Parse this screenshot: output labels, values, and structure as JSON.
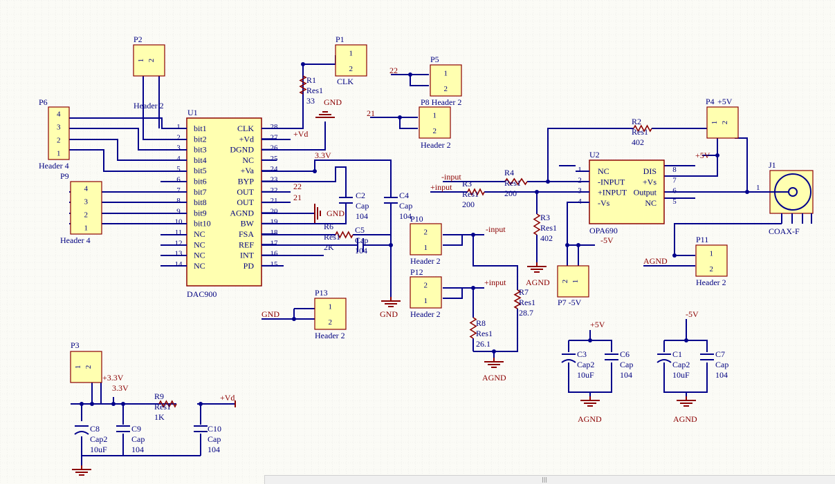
{
  "schematic": {
    "headers": [
      {
        "ref": "P1",
        "value": "CLK",
        "pins": [
          "1",
          "2"
        ]
      },
      {
        "ref": "P2",
        "value": "Header 2",
        "pins": [
          "1",
          "2"
        ]
      },
      {
        "ref": "P3",
        "value": "",
        "pins": [
          "1",
          "2"
        ]
      },
      {
        "ref": "P5",
        "value": "P8 Header 2",
        "pins": [
          "1",
          "2"
        ]
      },
      {
        "ref": "P6",
        "value": "Header 4",
        "pins": [
          "4",
          "3",
          "2",
          "1"
        ]
      },
      {
        "ref": "P9",
        "value": "Header 4",
        "pins": [
          "4",
          "3",
          "2",
          "1"
        ]
      },
      {
        "ref": "P4",
        "value": "+5V",
        "pins": [
          "1",
          "2"
        ]
      },
      {
        "ref": "P10",
        "value": "Header 2",
        "pins": [
          "2",
          "1"
        ]
      },
      {
        "ref": "P11",
        "value": "Header 2",
        "pins": [
          "1",
          "2"
        ]
      },
      {
        "ref": "P12",
        "value": "Header 2",
        "pins": [
          "2",
          "1"
        ]
      },
      {
        "ref": "P13",
        "value": "Header 2",
        "pins": [
          "1",
          "2"
        ]
      },
      {
        "ref": "P7",
        "value": "P7 -5V",
        "pins": [
          "2",
          "1"
        ]
      },
      {
        "ref": "",
        "value": "Header 2",
        "pins": [
          "1",
          "2"
        ]
      }
    ],
    "u1": {
      "ref": "U1",
      "value": "DAC900",
      "left_pins": [
        {
          "num": "1",
          "name": "bit1"
        },
        {
          "num": "2",
          "name": "bit2"
        },
        {
          "num": "3",
          "name": "bit3"
        },
        {
          "num": "4",
          "name": "bit4"
        },
        {
          "num": "5",
          "name": "bit5"
        },
        {
          "num": "6",
          "name": "bit6"
        },
        {
          "num": "7",
          "name": "bit7"
        },
        {
          "num": "8",
          "name": "bit8"
        },
        {
          "num": "9",
          "name": "bit9"
        },
        {
          "num": "10",
          "name": "bit10"
        },
        {
          "num": "11",
          "name": "NC"
        },
        {
          "num": "12",
          "name": "NC"
        },
        {
          "num": "13",
          "name": "NC"
        },
        {
          "num": "14",
          "name": "NC"
        }
      ],
      "right_pins": [
        {
          "num": "28",
          "name": "CLK"
        },
        {
          "num": "27",
          "name": "+Vd"
        },
        {
          "num": "26",
          "name": "DGND"
        },
        {
          "num": "25",
          "name": "NC"
        },
        {
          "num": "24",
          "name": "+Va"
        },
        {
          "num": "23",
          "name": "BYP"
        },
        {
          "num": "22",
          "name": "OUT"
        },
        {
          "num": "21",
          "name": "OUT"
        },
        {
          "num": "20",
          "name": "AGND"
        },
        {
          "num": "19",
          "name": "BW"
        },
        {
          "num": "18",
          "name": "FSA"
        },
        {
          "num": "17",
          "name": "REF"
        },
        {
          "num": "16",
          "name": "INT"
        },
        {
          "num": "15",
          "name": "PD"
        }
      ]
    },
    "u2": {
      "ref": "U2",
      "value": "OPA690",
      "left_pins": [
        {
          "num": "1",
          "name": "NC"
        },
        {
          "num": "2",
          "name": "-INPUT"
        },
        {
          "num": "3",
          "name": "+INPUT"
        },
        {
          "num": "4",
          "name": "-Vs"
        }
      ],
      "right_pins": [
        {
          "num": "8",
          "name": "DIS"
        },
        {
          "num": "7",
          "name": "+Vs"
        },
        {
          "num": "6",
          "name": "Output"
        },
        {
          "num": "5",
          "name": "NC"
        }
      ]
    },
    "j1": {
      "ref": "J1",
      "value": "COAX-F",
      "pin": "1"
    },
    "components": [
      {
        "ref": "R1",
        "lib": "Res1",
        "value": "33"
      },
      {
        "ref": "R2",
        "lib": "Res1",
        "value": "402"
      },
      {
        "ref": "R3",
        "lib": "Res1",
        "value": "200"
      },
      {
        "ref": "R3",
        "lib": "Res1",
        "value": "402"
      },
      {
        "ref": "R4",
        "lib": "Res1",
        "value": "200"
      },
      {
        "ref": "R6",
        "lib": "Res1",
        "value": "2K"
      },
      {
        "ref": "R7",
        "lib": "Res1",
        "value": "28.7"
      },
      {
        "ref": "R8",
        "lib": "Res1",
        "value": "26.1"
      },
      {
        "ref": "R9",
        "lib": "Res1",
        "value": "1K"
      },
      {
        "ref": "C1",
        "lib": "Cap2",
        "value": "10uF"
      },
      {
        "ref": "C2",
        "lib": "Cap",
        "value": "104"
      },
      {
        "ref": "C3",
        "lib": "Cap2",
        "value": "10uF"
      },
      {
        "ref": "C4",
        "lib": "Cap",
        "value": "104"
      },
      {
        "ref": "C5",
        "lib": "Cap",
        "value": "104"
      },
      {
        "ref": "C6",
        "lib": "Cap",
        "value": "104"
      },
      {
        "ref": "C7",
        "lib": "Cap",
        "value": "104"
      },
      {
        "ref": "C8",
        "lib": "Cap2",
        "value": "10uF"
      },
      {
        "ref": "C9",
        "lib": "Cap",
        "value": "104"
      },
      {
        "ref": "C10",
        "lib": "Cap",
        "value": "104"
      }
    ],
    "nets": {
      "gnd": "GND",
      "agnd": "AGND",
      "vd": "+Vd",
      "v33": "3.3V",
      "p33": "+3.3V",
      "p5v": "+5V",
      "m5v": "-5V",
      "inp": "+input",
      "inm": "-input",
      "n22": "22",
      "n21": "21"
    },
    "colors": {
      "wire": "#00008b",
      "part_border": "#8b0000",
      "part_fill": "#ffffb0",
      "net": "#8b0000",
      "text": "#000080",
      "grid": "#e3e3e0"
    }
  }
}
